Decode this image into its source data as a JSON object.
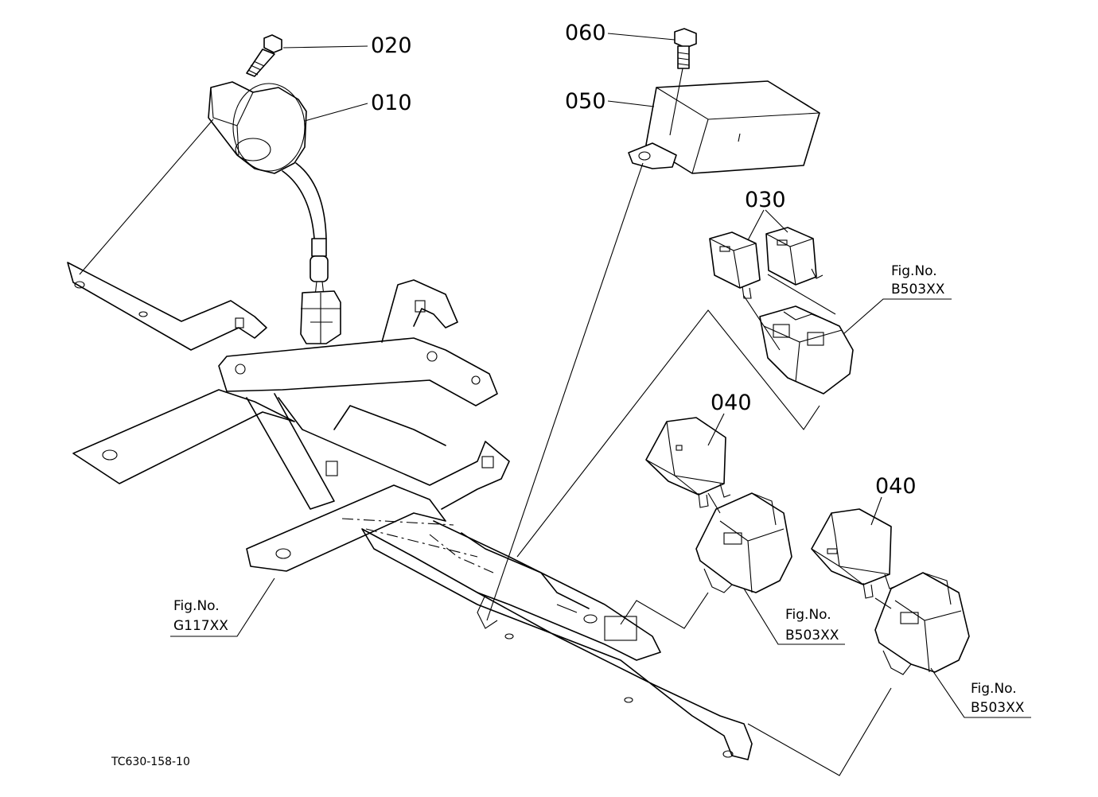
{
  "callouts": {
    "p010": "010",
    "p020": "020",
    "p030": "030",
    "p040a": "040",
    "p040b": "040",
    "p050": "050",
    "p060": "060"
  },
  "figure_refs": {
    "fig_a": {
      "label": "Fig.No.",
      "code": "B503XX"
    },
    "fig_b": {
      "label": "Fig.No.",
      "code": "G117XX"
    },
    "fig_c": {
      "label": "Fig.No.",
      "code": "B503XX"
    },
    "fig_d": {
      "label": "Fig.No.",
      "code": "B503XX"
    }
  },
  "drawing_code": "TC630-158-10"
}
